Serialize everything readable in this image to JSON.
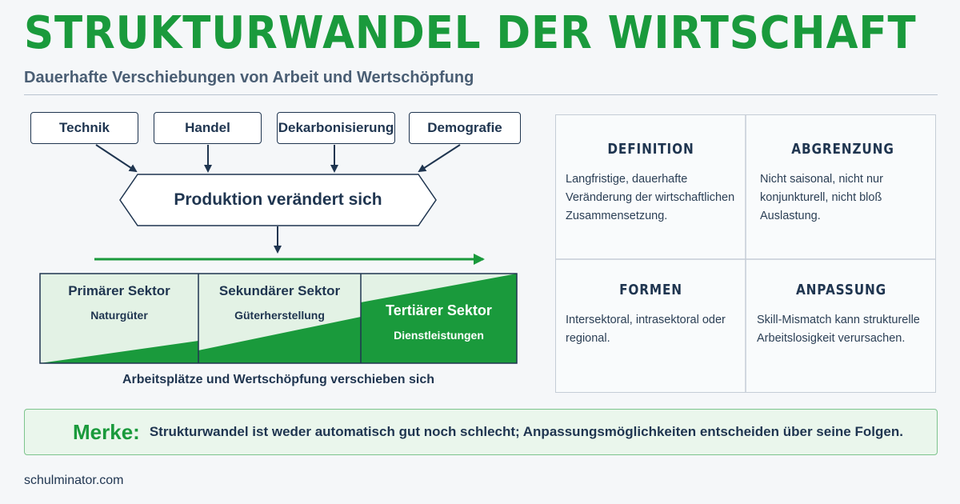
{
  "header": {
    "title": "STRUKTURWANDEL DER WIRTSCHAFT",
    "subtitle": "Dauerhafte Verschiebungen von Arbeit und Wertschöpfung"
  },
  "diagram": {
    "causes": [
      "Technik",
      "Handel",
      "Dekarbonisierung",
      "Demografie"
    ],
    "center": "Produktion verändert sich",
    "sectors": [
      {
        "name": "Primärer Sektor",
        "sub": "Naturgüter"
      },
      {
        "name": "Sekundärer Sektor",
        "sub": "Güterherstellung"
      },
      {
        "name": "Tertiärer Sektor",
        "sub": "Dienstleistungen"
      }
    ],
    "caption": "Arbeitsplätze und Wertschöpfung verschieben sich"
  },
  "panels": [
    {
      "title": "DEFINITION",
      "text": "Langfristige, dauerhafte Veränderung der wirtschaftlichen Zusammensetzung."
    },
    {
      "title": "ABGRENZUNG",
      "text": "Nicht saisonal, nicht nur konjunkturell, nicht bloß Auslastung."
    },
    {
      "title": "FORMEN",
      "text": "Intersektoral, intrasektoral oder regional."
    },
    {
      "title": "ANPASSUNG",
      "text": "Skill-Mismatch kann strukturelle Arbeitslosigkeit verursachen."
    }
  ],
  "merke": {
    "label": "Merke:",
    "text": "Strukturwandel ist weder automatisch gut noch schlecht; Anpassungsmöglichkeiten entscheiden über seine Folgen."
  },
  "footer": "schulminator.com",
  "colors": {
    "green": "#1a9a3c",
    "light_green": "#e3f2e5",
    "navy": "#1f3550"
  }
}
